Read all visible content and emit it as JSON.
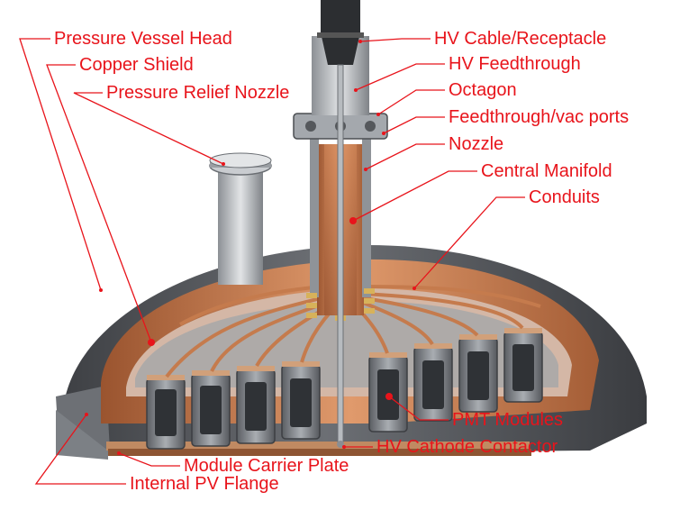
{
  "labels": {
    "pressure_vessel_head": "Pressure Vessel Head",
    "copper_shield": "Copper Shield",
    "pressure_relief_nozzle": "Pressure Relief Nozzle",
    "hv_cable_receptacle": "HV Cable/Receptacle",
    "hv_feedthrough": "HV Feedthrough",
    "octagon": "Octagon",
    "feedthrough_vac_ports": "Feedthrough/vac ports",
    "nozzle": "Nozzle",
    "central_manifold": "Central Manifold",
    "conduits": "Conduits",
    "pmt_modules": "PMT Modules",
    "hv_cathode_contactor": "HV Cathode Contactor",
    "module_carrier_plate": "Module Carrier Plate",
    "internal_pv_flange": "Internal PV Flange"
  },
  "colors": {
    "label": "#e8141b",
    "leader": "#e8141b",
    "copper": "#c8754a",
    "copper_dark": "#8e4a2a",
    "vessel": "#5a5d62",
    "steel": "#b9bcc0"
  }
}
